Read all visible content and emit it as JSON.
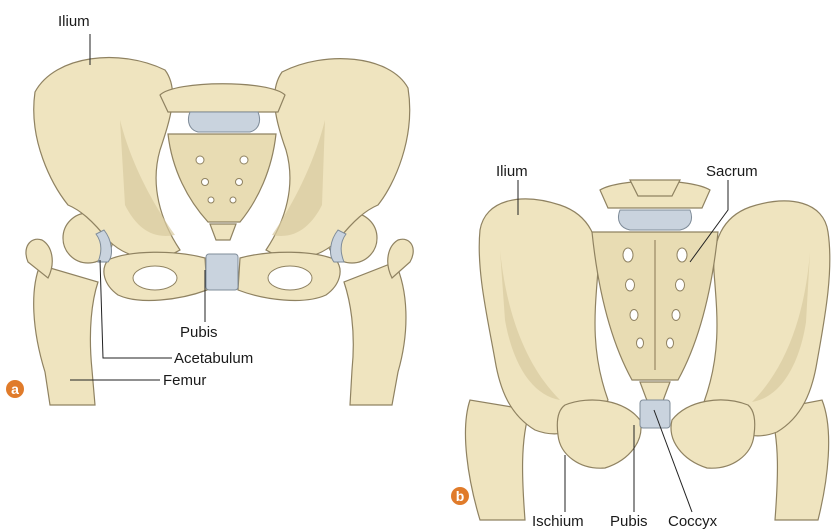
{
  "figure_a": {
    "badge": "a",
    "labels": {
      "ilium": "Ilium",
      "pubis": "Pubis",
      "acetabulum": "Acetabulum",
      "femur": "Femur"
    }
  },
  "figure_b": {
    "badge": "b",
    "labels": {
      "ilium": "Ilium",
      "sacrum": "Sacrum",
      "ischium": "Ischium",
      "pubis": "Pubis",
      "coccyx": "Coccyx"
    }
  },
  "colors": {
    "bone": "#efe4bf",
    "cartilage": "#c9d3de",
    "badge": "#e07b2a"
  }
}
